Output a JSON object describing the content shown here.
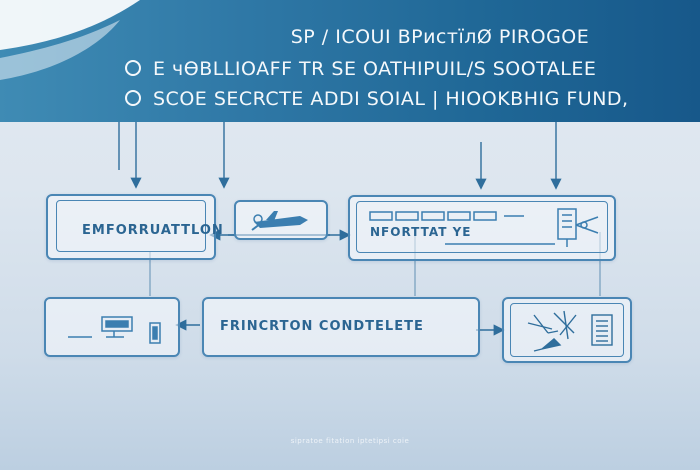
{
  "header": {
    "line1": "SP / ICOUI BPистїлØ PIROGOE",
    "line2": "E чѲBLLIOAFF TR SE OATHIPUIL/S SOOTALEE",
    "line3": "SCOE SECRCTE ADDI SOIAL | HIOOKBHIG FUND,",
    "bullet_icon": "circle-bullet-icon"
  },
  "boxes": {
    "emforruattlon": "EMFORRUATTLON",
    "nforttat": "NFORTTAT YE",
    "frincrton": "FRINCRTON  CONDTELETE"
  },
  "icons": {
    "plane": "airplane-icon",
    "building": "building-icon",
    "scissors": "scissors-icon",
    "printer": "printer-icon",
    "document": "document-icon",
    "satellite": "satellite-icon",
    "notepad": "notepad-icon"
  },
  "footer": "sipratoe fitation iptetipsi coie",
  "colors": {
    "accent": "#2f78a6",
    "line": "#4a86b4",
    "text": "#2b6592"
  }
}
